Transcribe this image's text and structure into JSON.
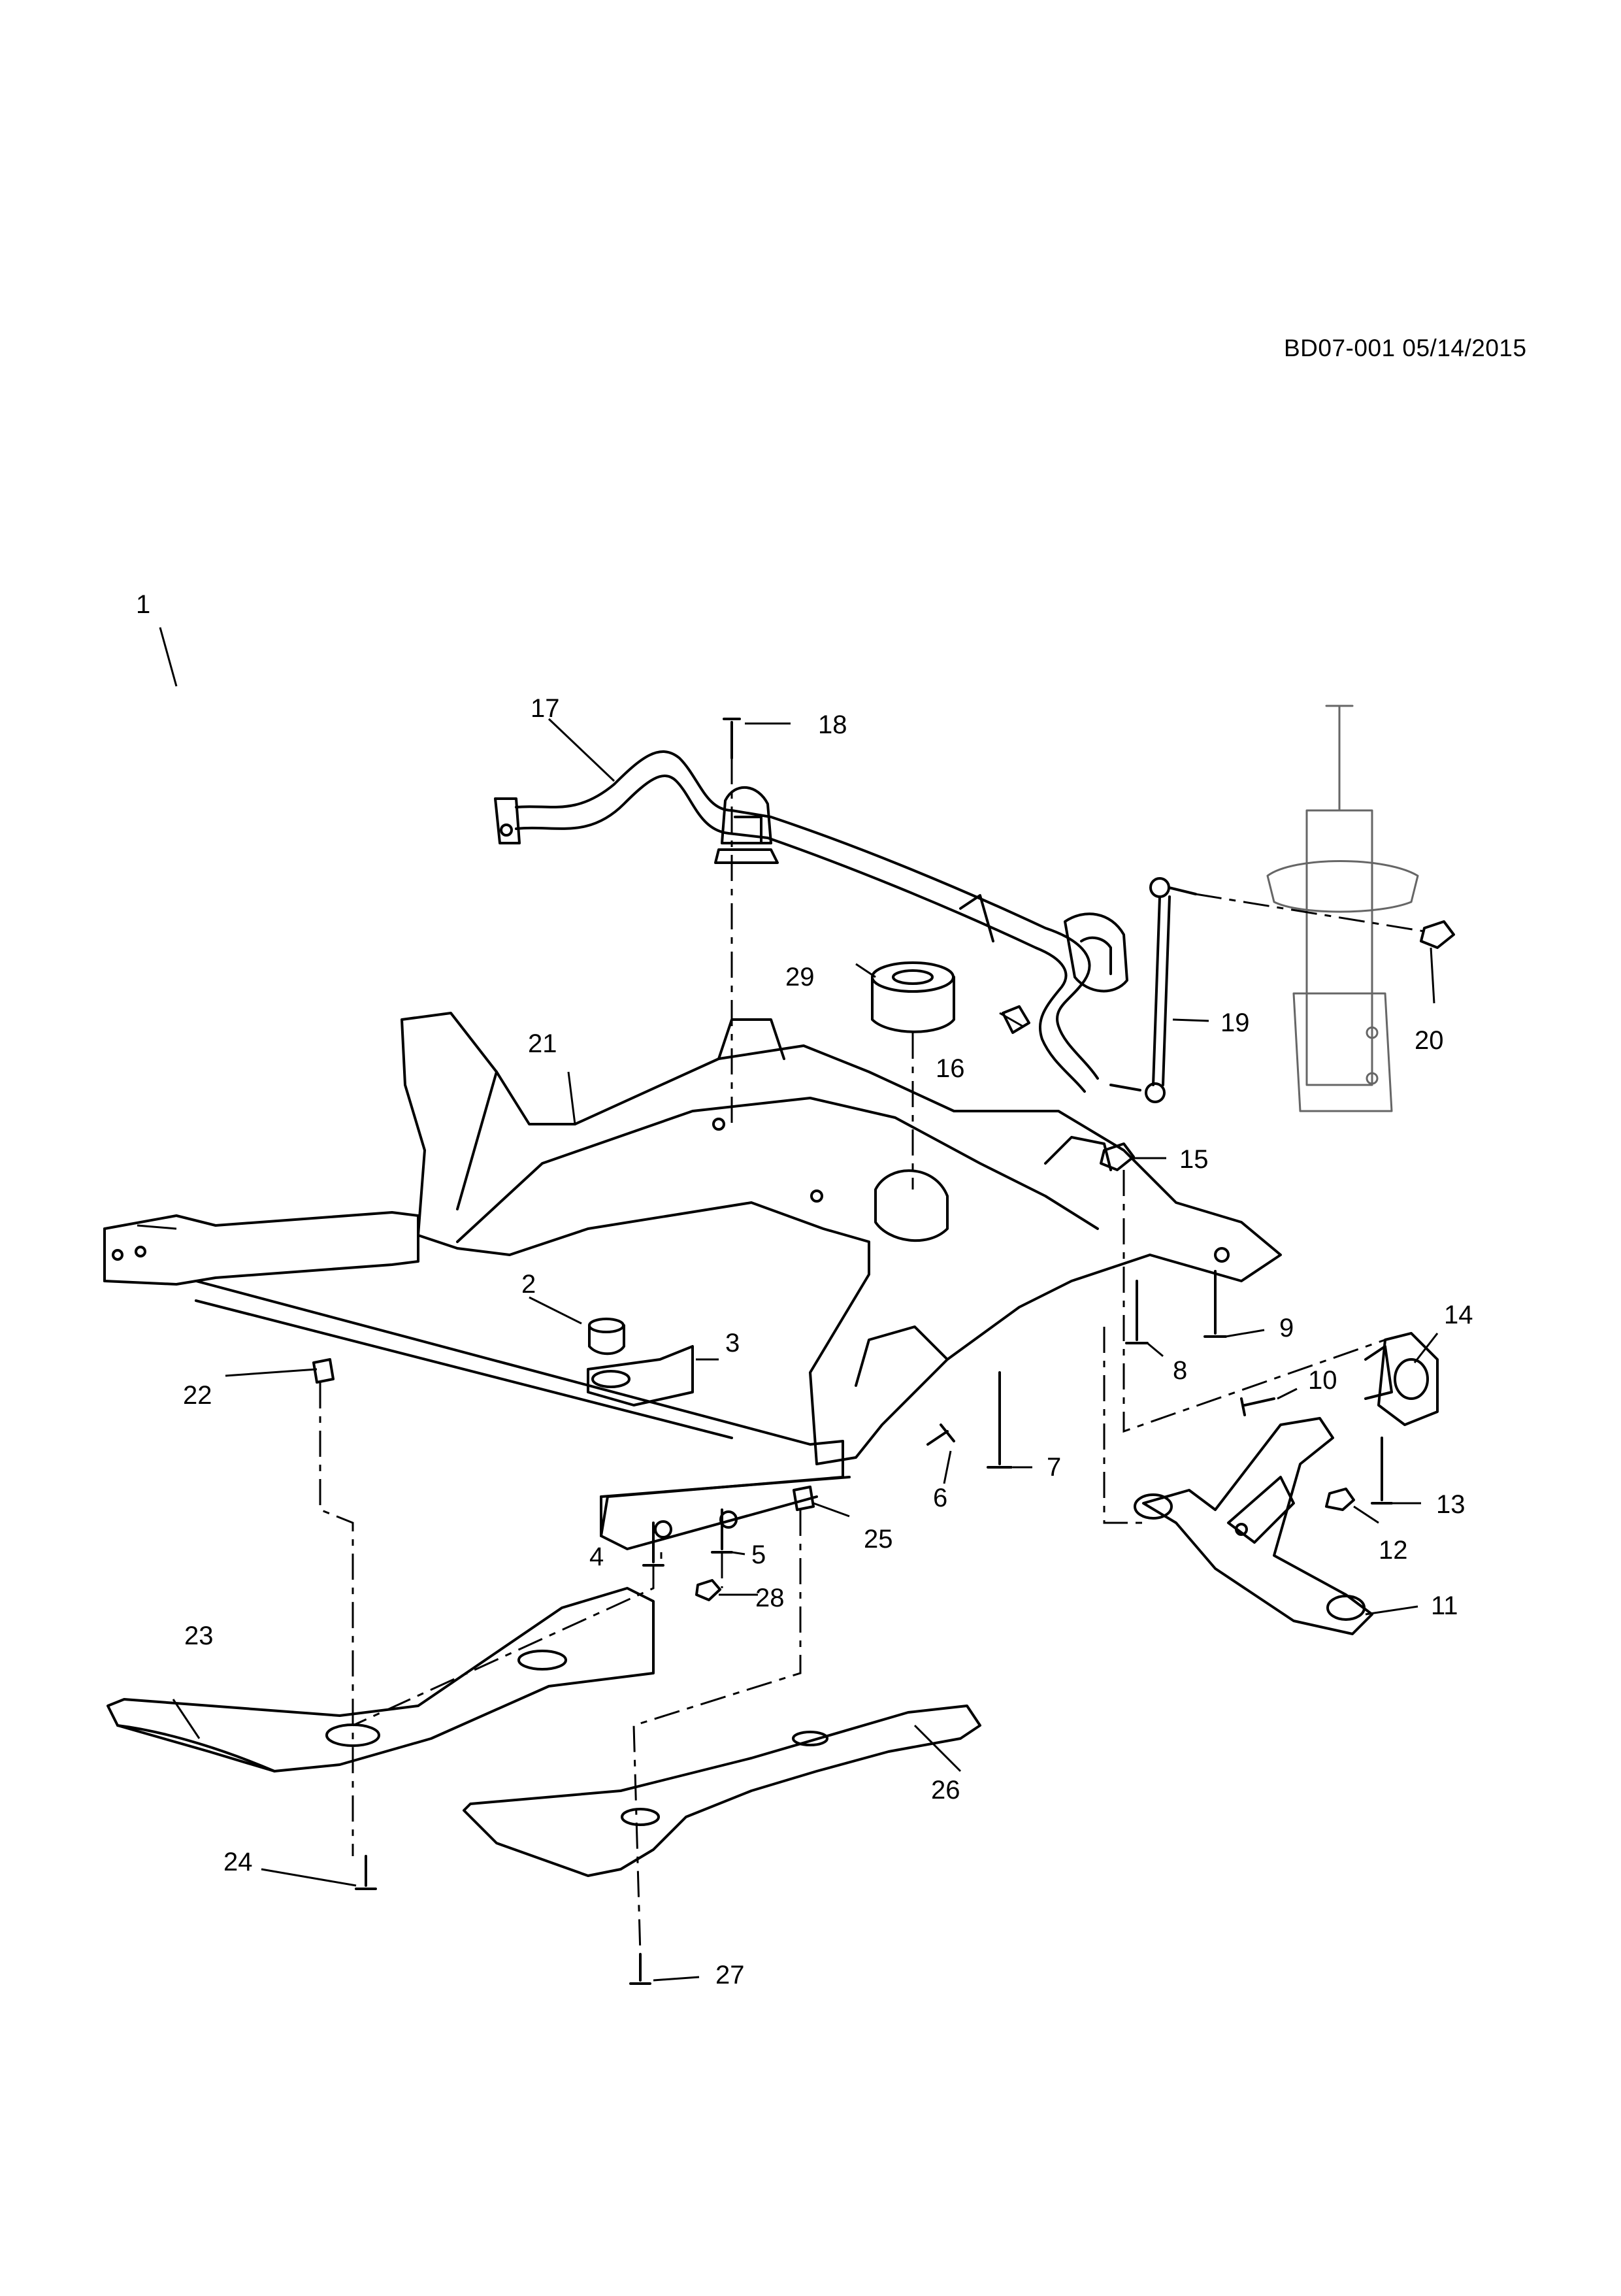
{
  "drawing_ref": "BD07-001 05/14/2015",
  "callouts": [
    {
      "id": "c1",
      "label": "1"
    },
    {
      "id": "c2",
      "label": "2"
    },
    {
      "id": "c3",
      "label": "3"
    },
    {
      "id": "c4",
      "label": "4"
    },
    {
      "id": "c5",
      "label": "5"
    },
    {
      "id": "c6",
      "label": "6"
    },
    {
      "id": "c7",
      "label": "7"
    },
    {
      "id": "c8",
      "label": "8"
    },
    {
      "id": "c9",
      "label": "9"
    },
    {
      "id": "c10",
      "label": "10"
    },
    {
      "id": "c11",
      "label": "11"
    },
    {
      "id": "c12",
      "label": "12"
    },
    {
      "id": "c13",
      "label": "13"
    },
    {
      "id": "c14",
      "label": "14"
    },
    {
      "id": "c15",
      "label": "15"
    },
    {
      "id": "c16",
      "label": "16"
    },
    {
      "id": "c17",
      "label": "17"
    },
    {
      "id": "c18",
      "label": "18"
    },
    {
      "id": "c19",
      "label": "19"
    },
    {
      "id": "c20",
      "label": "20"
    },
    {
      "id": "c21",
      "label": "21"
    },
    {
      "id": "c22",
      "label": "22"
    },
    {
      "id": "c23",
      "label": "23"
    },
    {
      "id": "c24",
      "label": "24"
    },
    {
      "id": "c25",
      "label": "25"
    },
    {
      "id": "c26",
      "label": "26"
    },
    {
      "id": "c27",
      "label": "27"
    },
    {
      "id": "c28",
      "label": "28"
    },
    {
      "id": "c29",
      "label": "29"
    }
  ]
}
